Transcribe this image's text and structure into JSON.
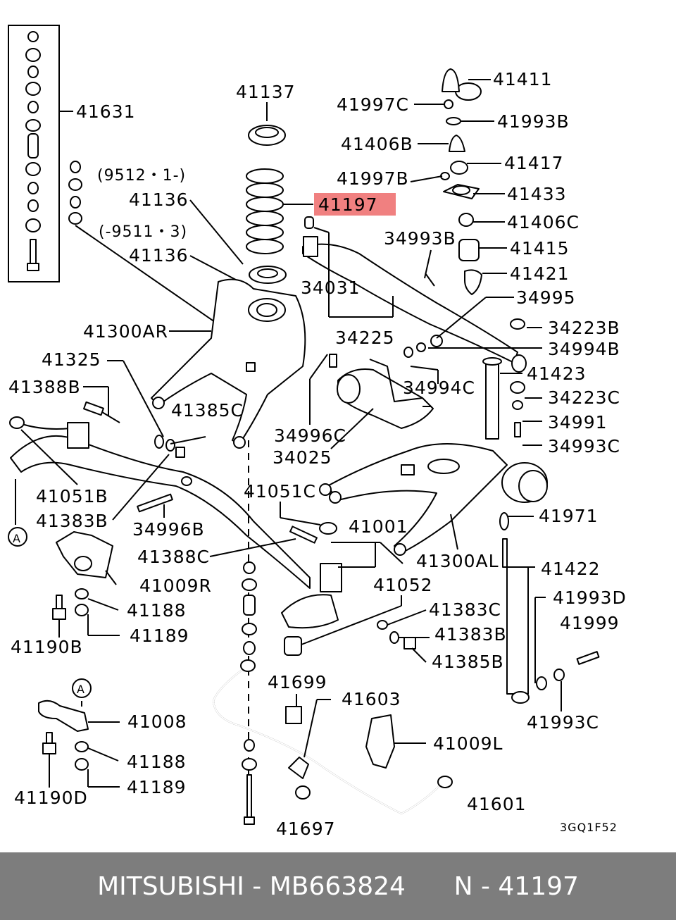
{
  "highlight_part": "41197",
  "highlight_color": "#f08080",
  "diagram_code": "3GQ1F52",
  "callouts": {
    "c41631": "41631",
    "c41137": "41137",
    "c9512": "(9512・1-)",
    "c9511": "(-9511・3)",
    "c41136a": "41136",
    "c41136b": "41136",
    "c41197": "41197",
    "c41300AR": "41300AR",
    "c41325": "41325",
    "c41388B": "41388B",
    "c41385C": "41385C",
    "c41051B": "41051B",
    "c41383Ba": "41383B",
    "c34996B": "34996B",
    "cA1": "A",
    "c41009R": "41009R",
    "c41388C": "41388C",
    "c41188a": "41188",
    "c41189a": "41189",
    "c41190B": "41190B",
    "cA2": "A",
    "c41008": "41008",
    "c41188b": "41188",
    "c41189b": "41189",
    "c41190D": "41190D",
    "c41411": "41411",
    "c41997C": "41997C",
    "c41993B": "41993B",
    "c41406B": "41406B",
    "c41417": "41417",
    "c41997B": "41997B",
    "c41433": "41433",
    "c41406C": "41406C",
    "c34993B": "34993B",
    "c41415": "41415",
    "c41421": "41421",
    "c34031": "34031",
    "c34995": "34995",
    "c34225": "34225",
    "c34223B": "34223B",
    "c34994B": "34994B",
    "c41423": "41423",
    "c34994C": "34994C",
    "c34223C": "34223C",
    "c34996C": "34996C",
    "c34991": "34991",
    "c34025": "34025",
    "c34993C": "34993C",
    "c41051C": "41051C",
    "c41001": "41001",
    "c41971": "41971",
    "c41300AL": "41300AL",
    "c41422": "41422",
    "c41052": "41052",
    "c41993D": "41993D",
    "c41383C": "41383C",
    "c41999": "41999",
    "c41383Bb": "41383B",
    "c41385B": "41385B",
    "c41699": "41699",
    "c41603": "41603",
    "c41993C": "41993C",
    "c41009L": "41009L",
    "c41601": "41601",
    "c41697": "41697"
  },
  "footer": {
    "brand": "MITSUBISHI",
    "part_number": "MB663824",
    "ref": "N - 41197"
  }
}
